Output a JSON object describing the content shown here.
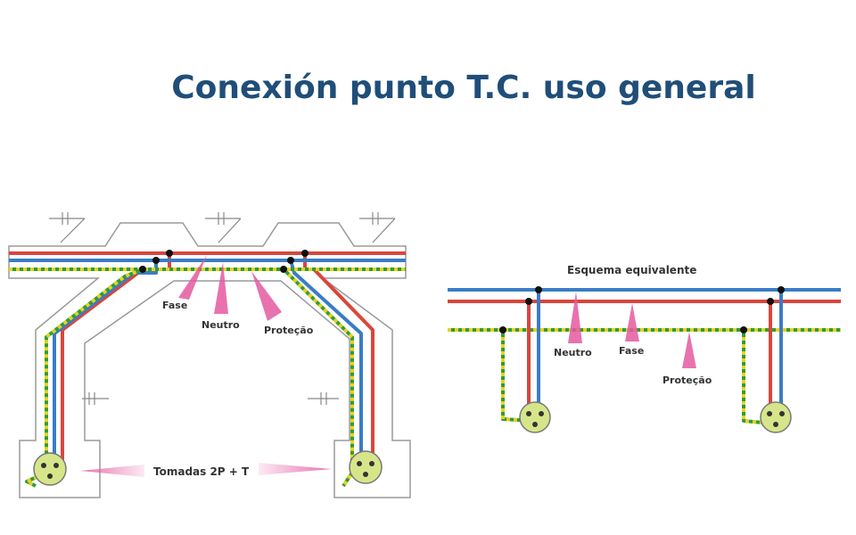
{
  "title": "Conexión punto T.C. uso general",
  "left_diagram": {
    "labels": {
      "fase": "Fase",
      "neutro": "Neutro",
      "protecao": "Proteção",
      "tomadas": "Tomadas 2P + T"
    }
  },
  "right_diagram": {
    "heading": "Esquema equivalente",
    "labels": {
      "neutro": "Neutro",
      "fase": "Fase",
      "protecao": "Proteção"
    }
  },
  "colors": {
    "title": "#1f4e79",
    "phase": "#d9463d",
    "neutral": "#3a7cc6",
    "ground_green": "#2e9d3a",
    "ground_yellow": "#e8d21e",
    "pointer": "#e45aa0",
    "outlet": "#d7e58a"
  }
}
